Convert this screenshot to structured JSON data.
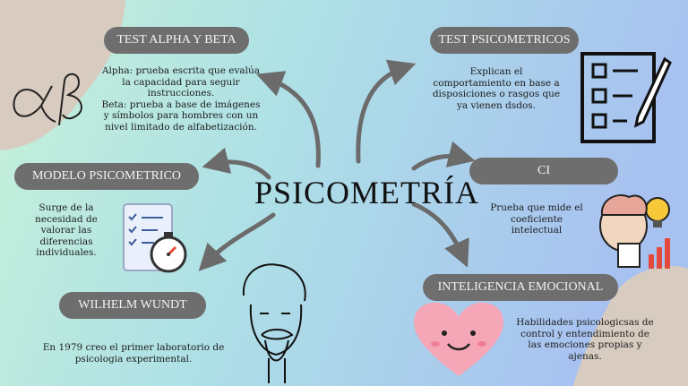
{
  "title": "PSICOMETRÍA",
  "sections": {
    "alpha_beta": {
      "heading": "TEST ALPHA Y BETA",
      "lines": [
        "Alpha: prueba escrita que evalúa",
        "la capacidad para seguir",
        "instrucciones.",
        "Beta: prueba a base de imágenes",
        "y símbolos  para hombres con un",
        "nivel limitado de alfabetización."
      ],
      "glyph": "αβ"
    },
    "test_psicometricos": {
      "heading": "TEST PSICOMETRICOS",
      "lines": [
        "Explican el",
        "comportamiento en base a",
        "disposiciones o rasgos que",
        "ya vienen dsdos."
      ]
    },
    "modelo": {
      "heading": "MODELO PSICOMETRICO",
      "lines": [
        "Surge de la",
        "necesidad de",
        "valorar las",
        "diferencias",
        "individuales."
      ]
    },
    "ci": {
      "heading": "CI",
      "lines": [
        "Prueba que mide el",
        "coeficiente",
        "intelectual"
      ]
    },
    "wundt": {
      "heading": "WILHELM WUNDT",
      "lines": [
        "En 1979 creo el primer laboratorio de",
        "psicologia experimental."
      ]
    },
    "emocional": {
      "heading": "INTELIGENCIA EMOCIONAL",
      "lines": [
        "Habilidades psicologicsas de",
        "control y entendimiento de",
        "las emociones propias y",
        "ajenas."
      ]
    }
  },
  "colors": {
    "pill": "#6e6e6e",
    "pill_text": "#f2f2f2",
    "blob": "#d8ccc0",
    "arrow": "#6b6b6b",
    "bg_left": "#b8ecd6",
    "bg_right": "#a9c4ef"
  },
  "icons": [
    "alpha-beta-glyph",
    "checklist-pen-icon",
    "clipboard-stopwatch-icon",
    "brain-lightbulb-icon",
    "wundt-portrait",
    "smiling-heart-icon"
  ]
}
